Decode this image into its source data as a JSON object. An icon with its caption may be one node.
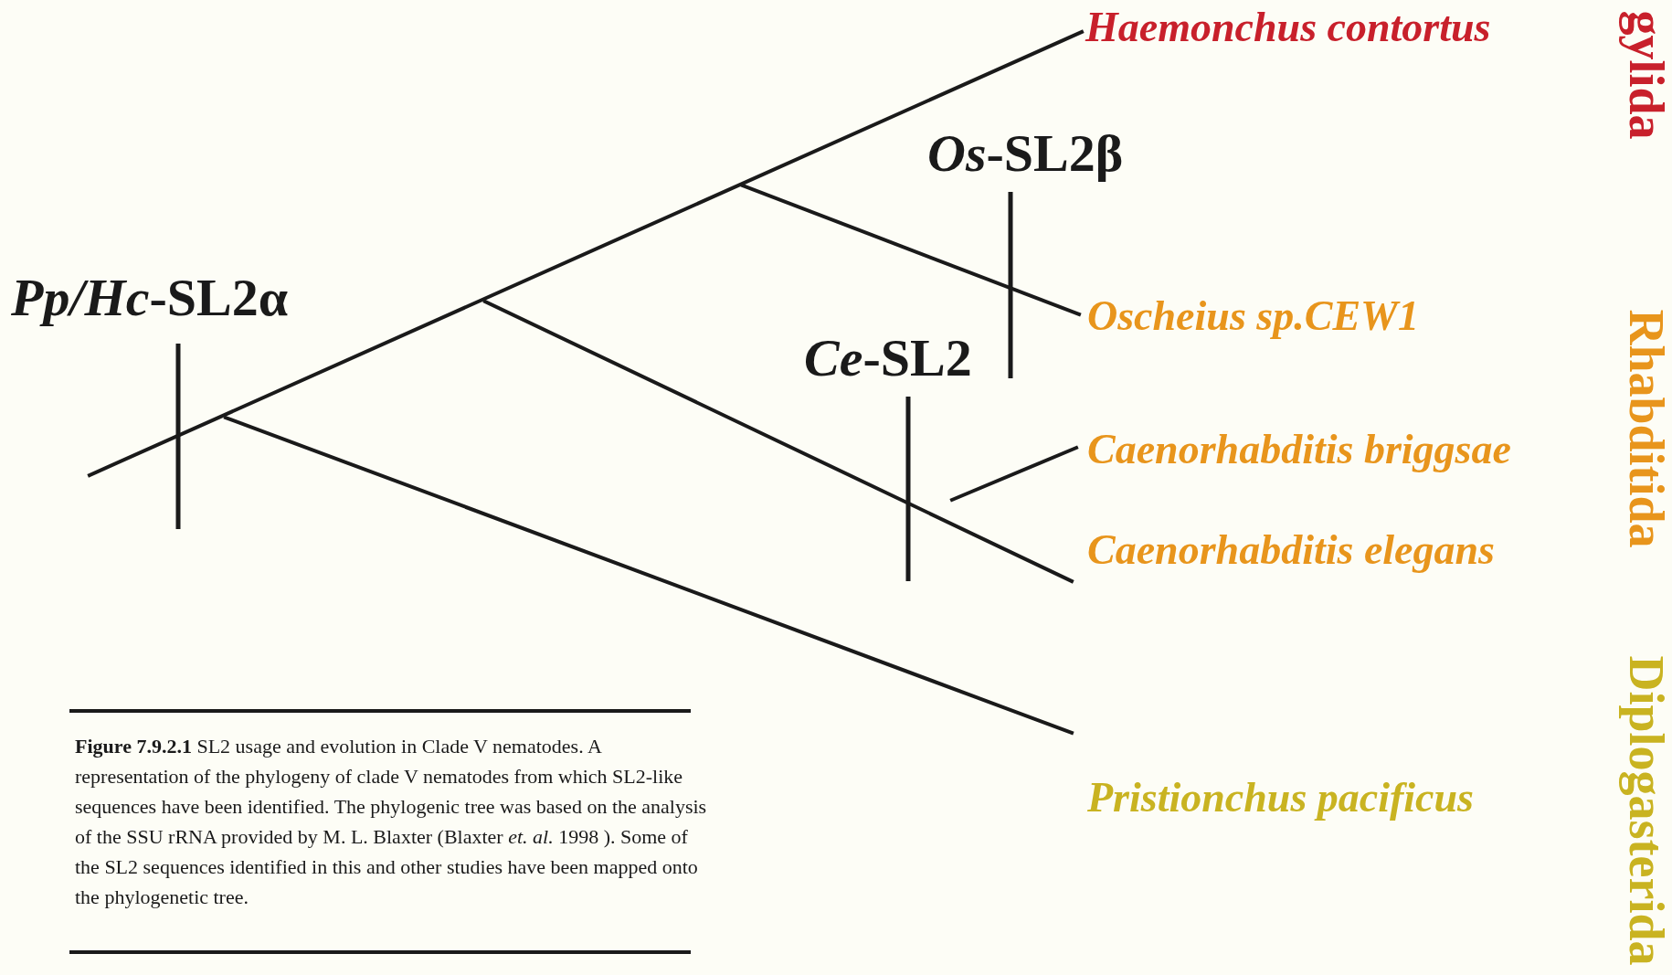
{
  "diagram": {
    "caption": "**Figure 7.9.2.1** SL2 usage and evolution in Clade V nematodes. A representation of the phylogeny of clade V nematodes from which SL2-like sequences have been identified. The phylogenic tree was based on the analysis of the SSU rRNA provided by M. L. Blaxter (Blaxter *et. al.* 1998 ). Some of the SL2 sequences identified in this and other studies have been mapped onto the phylogenetic tree.",
    "labels": [
      "Haemonchus contortus",
      "gylida",
      "*Os*-SL2β",
      "*Pp/Hc*-SL2α",
      "Oscheius sp.CEW1",
      "Rhabditida",
      "*Ce*-SL2",
      "Caenorhabditis briggsae",
      "Caenorhabditis elegans",
      "Diplogasterida",
      "Pristionchus pacificus"
    ]
  }
}
